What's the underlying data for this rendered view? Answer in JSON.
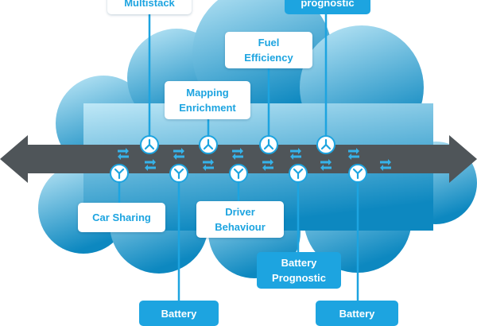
{
  "colors": {
    "cloud_light": "#bfe8f7",
    "cloud_dark": "#0d88c0",
    "arrow": "#4f5559",
    "accent": "#1da4e0",
    "link_arrow": "#36b3ea"
  },
  "top_services": [
    {
      "label": "Multistack",
      "icon": "branch-icon"
    },
    {
      "label": "Mapping\nEnrichment",
      "icon": "branch-icon"
    },
    {
      "label": "Fuel\nEfficiency",
      "icon": "branch-icon"
    },
    {
      "label": "prognostic",
      "icon": "branch-icon"
    }
  ],
  "bottom_services": [
    {
      "label": "Car Sharing",
      "icon": "merge-icon"
    },
    {
      "label": "Battery",
      "icon": "merge-icon"
    },
    {
      "label": "Driver\nBehaviour",
      "icon": "merge-icon"
    },
    {
      "label": "Battery\nPrognostic",
      "icon": "merge-icon"
    },
    {
      "label": "Battery",
      "icon": "merge-icon"
    }
  ],
  "data_bus": {
    "icon": "double-headed-arrow-icon"
  }
}
